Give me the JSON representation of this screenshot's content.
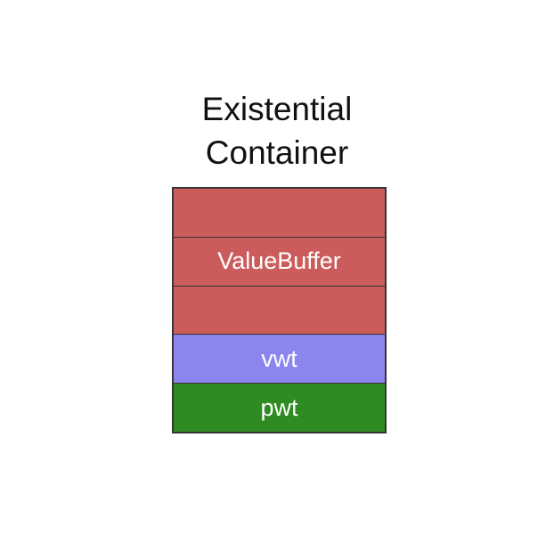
{
  "title": {
    "text": "Existential\nContainer",
    "line1": "Existential",
    "line2": "Container",
    "color": "#111111"
  },
  "colors": {
    "background": "#ffffff",
    "border": "#353535",
    "red": "#cc5c5c",
    "blue": "#8a86ee",
    "green": "#2e8b21",
    "label_text": "#ffffff"
  },
  "diagram": {
    "name": "existential-container-memory-layout",
    "rows": [
      {
        "label": "",
        "color": "#cc5c5c",
        "role": "value-buffer-word-0"
      },
      {
        "label": "ValueBuffer",
        "color": "#cc5c5c",
        "role": "value-buffer-word-1"
      },
      {
        "label": "",
        "color": "#cc5c5c",
        "role": "value-buffer-word-2"
      },
      {
        "label": "vwt",
        "color": "#8a86ee",
        "role": "value-witness-table-pointer"
      },
      {
        "label": "pwt",
        "color": "#2e8b21",
        "role": "protocol-witness-table-pointer"
      }
    ]
  }
}
